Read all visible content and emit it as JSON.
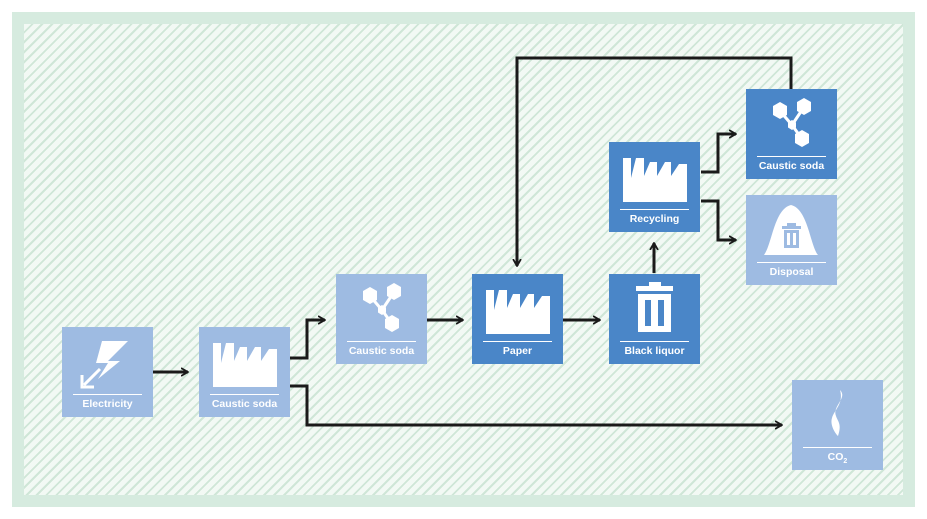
{
  "diagram": {
    "nodes": {
      "electricity": {
        "label": "Electricity",
        "icon": "electricity-icon"
      },
      "caustic_soda_plant": {
        "label": "Caustic soda",
        "icon": "factory-icon"
      },
      "caustic_soda_mid": {
        "label": "Caustic soda",
        "icon": "molecule-icon"
      },
      "paper": {
        "label": "Paper",
        "icon": "factory-icon"
      },
      "black_liquor": {
        "label": "Black liquor",
        "icon": "trash-bin-icon"
      },
      "recycling": {
        "label": "Recycling",
        "icon": "factory-icon"
      },
      "caustic_soda_recycled": {
        "label": "Caustic soda",
        "icon": "molecule-icon"
      },
      "disposal": {
        "label": "Disposal",
        "icon": "landfill-icon"
      },
      "co2": {
        "label": "CO",
        "label_subscript": "2",
        "icon": "smoke-icon"
      }
    },
    "edges": [
      {
        "from": "electricity",
        "to": "caustic_soda_plant"
      },
      {
        "from": "caustic_soda_plant",
        "to": "caustic_soda_mid"
      },
      {
        "from": "caustic_soda_plant",
        "to": "co2"
      },
      {
        "from": "caustic_soda_mid",
        "to": "paper"
      },
      {
        "from": "paper",
        "to": "black_liquor"
      },
      {
        "from": "black_liquor",
        "to": "recycling"
      },
      {
        "from": "recycling",
        "to": "caustic_soda_recycled"
      },
      {
        "from": "recycling",
        "to": "disposal"
      },
      {
        "from": "caustic_soda_recycled",
        "to": "paper"
      }
    ],
    "colors": {
      "primary_box": "#4a86c8",
      "secondary_box": "#9ebbe2",
      "arrow": "#1a1a1a",
      "background_stripes": "#cfe6d7",
      "frame": "#d6ebdf"
    }
  }
}
